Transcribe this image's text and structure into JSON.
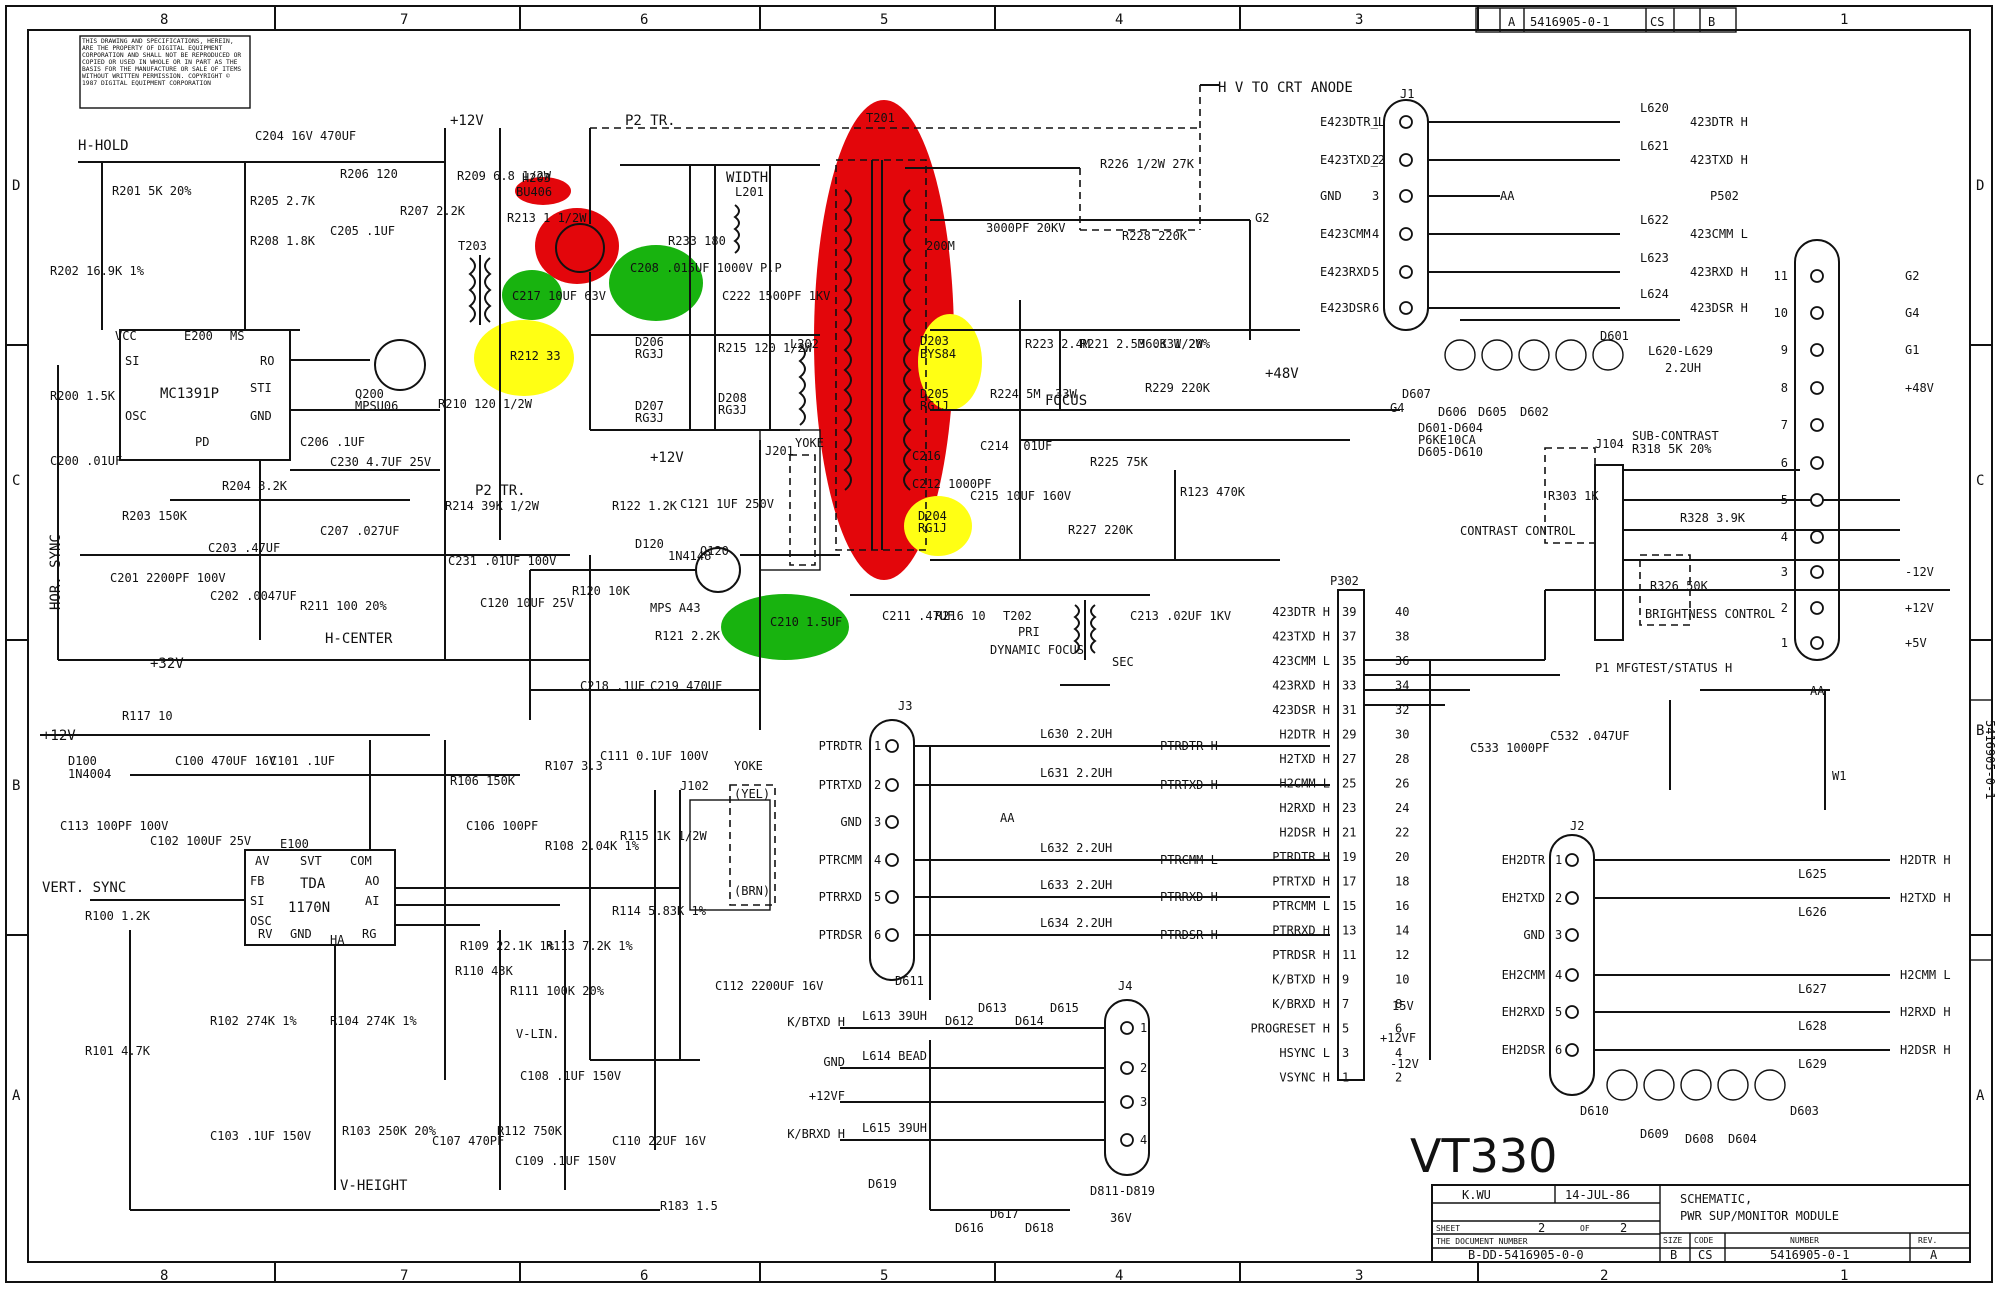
{
  "title_block": {
    "handwritten_title": "VT330",
    "drawn_by": "K.WU",
    "date": "14-JUL-86",
    "title_line1": "SCHEMATIC,",
    "title_line2": "PWR SUP/MONITOR MODULE",
    "sheet_label": "SHEET",
    "sheet": "2",
    "of_label": "OF",
    "sheet_total": "2",
    "doc_label": "THE DOCUMENT NUMBER",
    "doc_number": "B-DD-5416905-0-0",
    "size_label": "SIZE",
    "size": "B",
    "code_label": "CODE",
    "code": "CS",
    "number_label": "NUMBER",
    "number": "5416905-0-1",
    "rev_label": "REV.",
    "rev": "A",
    "top_right_number": "5416905-0-1",
    "top_right_rev": "A",
    "top_right_code": "CS",
    "top_right_size": "B",
    "side_number": "5416905-0-1"
  },
  "copyright_note": "THIS DRAWING AND SPECIFICATIONS, HEREIN, ARE THE PROPERTY OF DIGITAL EQUIPMENT CORPORATION AND SHALL NOT BE REPRODUCED OR COPIED OR USED IN WHOLE OR IN PART AS THE BASIS FOR THE MANUFACTURE OR SALE OF ITEMS WITHOUT WRITTEN PERMISSION. COPYRIGHT © 1987 DIGITAL EQUIPMENT CORPORATION",
  "grid": {
    "cols_top": [
      "8",
      "7",
      "6",
      "5",
      "4",
      "3",
      "2",
      "1"
    ],
    "rows_left": [
      "D",
      "C",
      "B",
      "A"
    ]
  },
  "highlights": {
    "red": "#e3060b",
    "green": "#18b30f",
    "yellow": "#ffff14"
  },
  "labels": {
    "hhold": "H-HOLD",
    "hcenter": "H-CENTER",
    "hsync_vert": "HOR. SYNC",
    "p2tr": "P2 TR.",
    "p2tr2": "P2 TR.",
    "hv_to_crt": "H V TO CRT ANODE",
    "plus12v_a": "+12V",
    "plus12v_b": "+12V",
    "plus12v_c": "+12V",
    "plus32v": "+32V",
    "plus48v": "+48V",
    "focus": "FOCUS",
    "width": "WIDTH",
    "yoke": "YOKE",
    "yoke2": "YOKE",
    "yel": "(YEL)",
    "brn": "(BRN)",
    "vert_sync": "VERT. SYNC",
    "vlin": "V-LIN.",
    "vheight": "V-HEIGHT",
    "dynamic_focus": "DYNAMIC FOCUS",
    "pri": "PRI",
    "sec": "SEC",
    "contrast_control": "CONTRAST CONTROL",
    "brightness_control": "BRIGHTNESS CONTROL",
    "sub_contrast": "SUB-CONTRAST",
    "r318": "R318 5K 20%",
    "p1_mfgtest": "P1 MFGTEST/STATUS H",
    "aa1": "AA",
    "aa2": "AA",
    "aa3": "AA",
    "w1": "W1",
    "d811_d819": "D811-D819",
    "d811_v": "36V",
    "d601_d604": "D601-D604",
    "p6ke": "P6KE10CA",
    "d605_d610": "D605-D610",
    "l620_l629": "L620-L629",
    "l620_val": "2.2UH",
    "t201": "T201",
    "t202": "T202",
    "t203": "T203",
    "j201": "J201",
    "j102": "J102",
    "j104": "J104",
    "e200": "E200",
    "ic1": "MC1391P",
    "e100": "E100",
    "ic2": "TDA",
    "ic2b": "1170N",
    "q200": "Q200",
    "q200_part": "MPSU06",
    "q120": "Q120",
    "q120_part": "MPS A43",
    "d120": "D120",
    "d120_part": "1N4148",
    "d100": "D100",
    "d100_part": "1N4004",
    "d203": "D203",
    "d203_part": "BYS84",
    "d205": "D205",
    "d205_part": "RG1J",
    "d204": "D204",
    "d204_part": "RG1J",
    "d206": "D206",
    "d206_part": "RG3J",
    "d207": "D207",
    "d207_part": "RG3J",
    "d208": "D208",
    "d208_part": "RG3J",
    "h203": "H203",
    "h203_part": "BU406"
  },
  "components": {
    "r201": "R201 5K 20%",
    "r202": "R202 16.9K 1%",
    "c204": "C204 16V 470UF",
    "r206": "R206 120",
    "r205": "R205 2.7K",
    "r208": "R208 1.8K",
    "c205": "C205 .1UF",
    "r207": "R207 2.2K",
    "r209": "R209 6.8 1/2W",
    "r213": "R213 1 1/2W",
    "c217": "C217 10UF 63V",
    "r212": "R212 33",
    "c208": "C208 .015UF 1000V P.P",
    "r233": "R233 180",
    "l201": "L201",
    "c222": "C222 1500PF 1KV",
    "r215": "R215 120 1/2W",
    "l202": "L202",
    "c200": "C200 .01UF",
    "r200": "R200 1.5K",
    "c206": "C206 .1UF",
    "c230": "C230 4.7UF 25V",
    "r210": "R210 120 1/2W",
    "r203": "R203 150K",
    "r204": "R204 8.2K",
    "c203": "C203 .47UF",
    "c201": "C201 2200PF 100V",
    "c202": "C202 .0047UF",
    "r211": "R211 100 20%",
    "c207": "C207 .027UF",
    "r214": "R214 39K 1/2W",
    "c231": "C231 .01UF 100V",
    "r122": "R122 1.2K",
    "c121": "C121 1UF 250V",
    "r120": "R120 10K",
    "r121": "R121 2.2K",
    "c120": "C120 10UF 25V",
    "c218": "C218 .1UF",
    "c219": "C219 470UF",
    "c210": "C210 1.5UF",
    "c211": "C211 .47UF",
    "r216": "R216 10",
    "c213": "C213 .02UF 1KV",
    "c216": "C216",
    "c214": "C214 .01UF",
    "c215": "C215 10UF 160V",
    "c212": "C212 1000PF",
    "r224": "R224 5M .33W",
    "r223": "R223 2.4M",
    "r221": "R221 2.5M .33W 20%",
    "r222": "360K 1/2W",
    "r229": "R229 220K",
    "r225": "R225 75K",
    "r227": "R227 220K",
    "r123": "R123 470K",
    "r228": "R228 220K",
    "r226": "R226 1/2W 27K",
    "c209": "3000PF 20KV",
    "hv_cap": "200M",
    "r117": "R117 10",
    "c100": "C100 470UF 16V",
    "c101": "C101 .1UF",
    "c113": "C113 100PF 100V",
    "c102": "C102 100UF 25V",
    "r100": "R100 1.2K",
    "r101": "R101 4.7K",
    "r102": "R102 274K 1%",
    "r104": "R104 274K 1%",
    "c103": "C103 .1UF 150V",
    "r103": "R103 250K 20%",
    "c107": "C107 470PF",
    "r112": "R112 750K",
    "c109": "C109 .1UF 150V",
    "r106": "R106 150K",
    "c106": "C106 100PF",
    "r107": "R107 3.3",
    "c111": "C111 0.1UF 100V",
    "r108": "R108 2.04K 1%",
    "r115": "R115 1K 1/2W",
    "r114": "R114 5.83K 1%",
    "r109": "R109 22.1K 1%",
    "r113": "R113 7.2K 1%",
    "r110": "R110 43K",
    "r111": "R111 100K 20%",
    "c108": "C108 .1UF 150V",
    "c110": "C110 22UF 16V",
    "r183": "R183 1.5",
    "c112": "C112 2200UF 16V",
    "r303": "R303 1K",
    "r328": "R328 3.9K",
    "r326": "R326 50K",
    "c533": "C533 1000PF",
    "c532": "C532 .047UF"
  },
  "j1": {
    "name": "J1",
    "pins": [
      {
        "num": "1",
        "label": "E423DTR_L"
      },
      {
        "num": "2",
        "label": "E423TXD_2"
      },
      {
        "num": "3",
        "label": "GND"
      },
      {
        "num": "4",
        "label": "E423CMM"
      },
      {
        "num": "5",
        "label": "E423RXD"
      },
      {
        "num": "6",
        "label": "E423DSR"
      }
    ],
    "outputs": [
      {
        "ind": "L620",
        "sig": "423DTR H"
      },
      {
        "ind": "L621",
        "sig": "423TXD H"
      },
      {
        "ind": "",
        "sig": "AA"
      },
      {
        "ind": "L622",
        "sig": "423CMM L"
      },
      {
        "ind": "L623",
        "sig": "423RXD H"
      },
      {
        "ind": "L624",
        "sig": "423DSR H"
      }
    ]
  },
  "p502": {
    "name": "P502",
    "pins": [
      {
        "num": "11",
        "sig": "G2"
      },
      {
        "num": "10",
        "sig": "G4"
      },
      {
        "num": "9",
        "sig": "G1"
      },
      {
        "num": "8",
        "sig": "+48V"
      },
      {
        "num": "7",
        "sig": ""
      },
      {
        "num": "6",
        "sig": ""
      },
      {
        "num": "5",
        "sig": ""
      },
      {
        "num": "4",
        "sig": ""
      },
      {
        "num": "3",
        "sig": "-12V"
      },
      {
        "num": "2",
        "sig": "+12V"
      },
      {
        "num": "1",
        "sig": "+5V"
      }
    ]
  },
  "p302": {
    "name": "P302",
    "rows": [
      {
        "sig": "423DTR H",
        "l": "39",
        "r": "40"
      },
      {
        "sig": "423TXD H",
        "l": "37",
        "r": "38"
      },
      {
        "sig": "423CMM L",
        "l": "35",
        "r": "36"
      },
      {
        "sig": "423RXD H",
        "l": "33",
        "r": "34"
      },
      {
        "sig": "423DSR H",
        "l": "31",
        "r": "32"
      },
      {
        "sig": "H2DTR H",
        "l": "29",
        "r": "30"
      },
      {
        "sig": "H2TXD H",
        "l": "27",
        "r": "28"
      },
      {
        "sig": "H2CMM L",
        "l": "25",
        "r": "26"
      },
      {
        "sig": "H2RXD H",
        "l": "23",
        "r": "24"
      },
      {
        "sig": "H2DSR H",
        "l": "21",
        "r": "22"
      },
      {
        "sig": "PTRDTR H",
        "l": "19",
        "r": "20"
      },
      {
        "sig": "PTRTXD H",
        "l": "17",
        "r": "18"
      },
      {
        "sig": "PTRCMM L",
        "l": "15",
        "r": "16"
      },
      {
        "sig": "PTRRXD H",
        "l": "13",
        "r": "14"
      },
      {
        "sig": "PTRDSR H",
        "l": "11",
        "r": "12"
      },
      {
        "sig": "K/BTXD H",
        "l": "9",
        "r": "10"
      },
      {
        "sig": "K/BRXD H",
        "l": "7",
        "r": "8"
      },
      {
        "sig": "PROGRESET H",
        "l": "5",
        "r": "6"
      },
      {
        "sig": "HSYNC L",
        "l": "3",
        "r": "4"
      },
      {
        "sig": "VSYNC H",
        "l": "1",
        "r": "2"
      }
    ],
    "right_labels": {
      "v15": "15V",
      "plus12vf": "+12VF",
      "minus12v": "-12V"
    }
  },
  "j3": {
    "name": "J3",
    "pins": [
      {
        "num": "1",
        "label": "PTRDTR"
      },
      {
        "num": "2",
        "label": "PTRTXD"
      },
      {
        "num": "3",
        "label": "GND"
      },
      {
        "num": "4",
        "label": "PTRCMM"
      },
      {
        "num": "5",
        "label": "PTRRXD"
      },
      {
        "num": "6",
        "label": "PTRDSR"
      }
    ],
    "outputs": [
      {
        "ind": "L630 2.2UH",
        "sig": "PTRDTR H"
      },
      {
        "ind": "L631 2.2UH",
        "sig": "PTRTXD H"
      },
      {
        "ind": "",
        "sig": "AA"
      },
      {
        "ind": "L632 2.2UH",
        "sig": "PTRCMM L"
      },
      {
        "ind": "L633 2.2UH",
        "sig": "PTRRXD H"
      },
      {
        "ind": "L634 2.2UH",
        "sig": "PTRDSR H"
      }
    ]
  },
  "j2": {
    "name": "J2",
    "pins": [
      {
        "num": "1",
        "label": "EH2DTR"
      },
      {
        "num": "2",
        "label": "EH2TXD"
      },
      {
        "num": "3",
        "label": "GND"
      },
      {
        "num": "4",
        "label": "EH2CMM"
      },
      {
        "num": "5",
        "label": "EH2RXD"
      },
      {
        "num": "6",
        "label": "EH2DSR"
      }
    ],
    "outputs": [
      {
        "ind": "L625",
        "sig": "H2DTR H"
      },
      {
        "ind": "L626",
        "sig": "H2TXD H"
      },
      {
        "ind": "",
        "sig": ""
      },
      {
        "ind": "L627",
        "sig": "H2CMM L"
      },
      {
        "ind": "L628",
        "sig": "H2RXD H"
      },
      {
        "ind": "L629",
        "sig": "H2DSR H"
      }
    ]
  },
  "j4": {
    "name": "J4",
    "inputs": [
      {
        "sig": "K/BTXD H",
        "ind": "L613 39UH",
        "pin": "1"
      },
      {
        "sig": "GND",
        "ind": "L614 BEAD",
        "pin": "2"
      },
      {
        "sig": "+12VF",
        "ind": "",
        "pin": "3"
      },
      {
        "sig": "K/BRXD H",
        "ind": "L615 39UH",
        "pin": "4"
      }
    ]
  },
  "diode_labels": {
    "d607": "D607",
    "d606": "D606",
    "d605": "D605",
    "d602": "D602",
    "d601": "D601",
    "d611": "D611",
    "d612": "D612",
    "d613": "D613",
    "d614": "D614",
    "d615": "D615",
    "d616": "D616",
    "d617": "D617",
    "d618": "D618",
    "d619": "D619",
    "d610": "D610",
    "d609": "D609",
    "d608": "D608",
    "d604": "D604",
    "d603": "D603"
  },
  "ic_pins": {
    "e200_vcc": "VCC",
    "e200_ms": "MS",
    "e200_si": "SI",
    "e200_ro": "RO",
    "e200_sti": "STI",
    "e200_osc": "OSC",
    "e200_gnd": "GND",
    "e200_pd": "PD",
    "e100_av": "AV",
    "e100_svt": "SVT",
    "e100_com": "COM",
    "e100_fb": "FB",
    "e100_si": "SI",
    "e100_ao": "AO",
    "e100_ai": "AI",
    "e100_osc": "OSC",
    "e100_rv": "RV",
    "e100_gnd": "GND",
    "e100_ha": "HA",
    "e100_rg": "RG"
  }
}
